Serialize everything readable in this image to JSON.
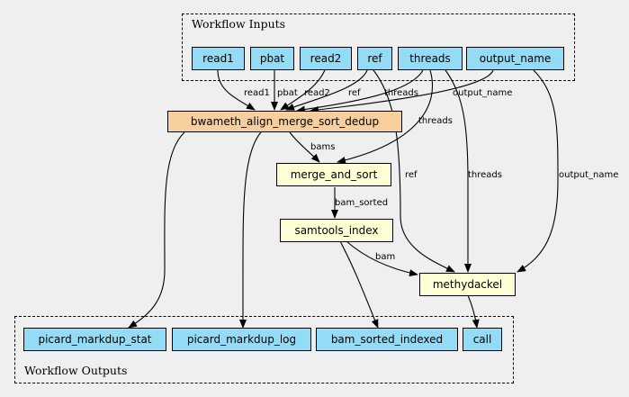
{
  "inputs_cluster": {
    "label": "Workflow Inputs"
  },
  "outputs_cluster": {
    "label": "Workflow Outputs"
  },
  "inputs": {
    "read1": "read1",
    "pbat": "pbat",
    "read2": "read2",
    "ref": "ref",
    "threads": "threads",
    "output_name": "output_name"
  },
  "steps": {
    "bwameth": "bwameth_align_merge_sort_dedup",
    "merge_and_sort": "merge_and_sort",
    "samtools_index": "samtools_index",
    "methydackel": "methydackel"
  },
  "outputs": {
    "picard_markdup_stat": "picard_markdup_stat",
    "picard_markdup_log": "picard_markdup_log",
    "bam_sorted_indexed": "bam_sorted_indexed",
    "call": "call"
  },
  "edge_labels": {
    "read1": "read1",
    "pbat": "pbat",
    "read2": "read2",
    "ref_to_bwameth": "ref",
    "threads_to_bwameth": "threads",
    "output_name_to_bwameth": "output_name",
    "threads_to_merge": "threads",
    "ref_to_methydackel": "ref",
    "threads_to_methydackel": "threads",
    "output_name_to_methydackel": "output_name",
    "bams": "bams",
    "bam_sorted": "bam_sorted",
    "bam": "bam"
  }
}
